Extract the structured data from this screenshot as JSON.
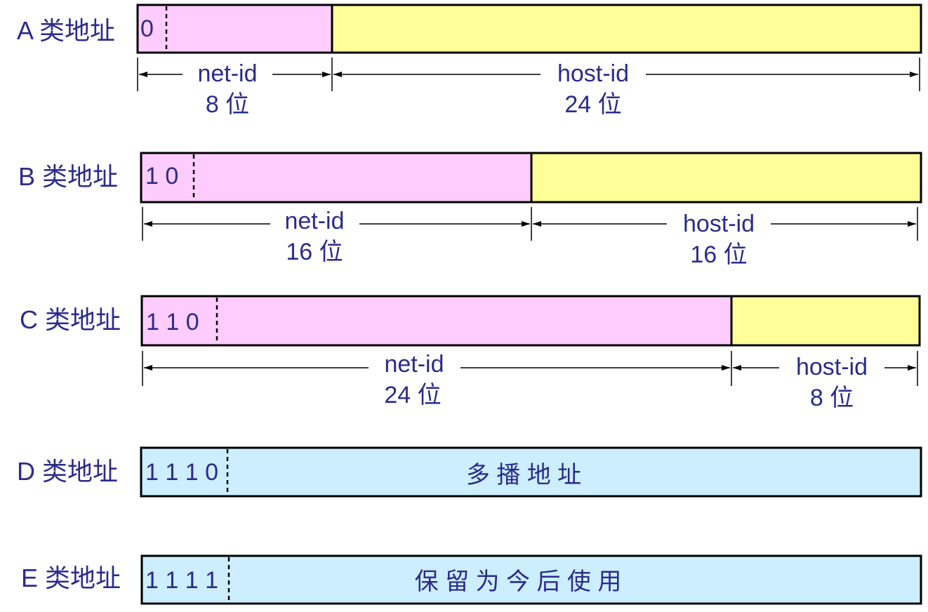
{
  "colors": {
    "text": "#2b2b8c",
    "net_fill": "#ffccff",
    "host_fill": "#ffff99",
    "special_fill": "#cceeff",
    "border": "#000000"
  },
  "classes": [
    {
      "label": "A 类地址",
      "prefix": "0",
      "net_label": "net-id",
      "net_bits": "8 位",
      "host_label": "host-id",
      "host_bits": "24 位"
    },
    {
      "label": "B 类地址",
      "prefix": "1 0",
      "net_label": "net-id",
      "net_bits": "16 位",
      "host_label": "host-id",
      "host_bits": "16 位"
    },
    {
      "label": "C 类地址",
      "prefix": "1 1 0",
      "net_label": "net-id",
      "net_bits": "24 位",
      "host_label": "host-id",
      "host_bits": "8 位"
    },
    {
      "label": "D 类地址",
      "prefix": "1 1 1 0",
      "description": "多 播 地 址"
    },
    {
      "label": "E 类地址",
      "prefix": "1 1 1 1",
      "description": "保 留 为 今 后 使 用"
    }
  ]
}
